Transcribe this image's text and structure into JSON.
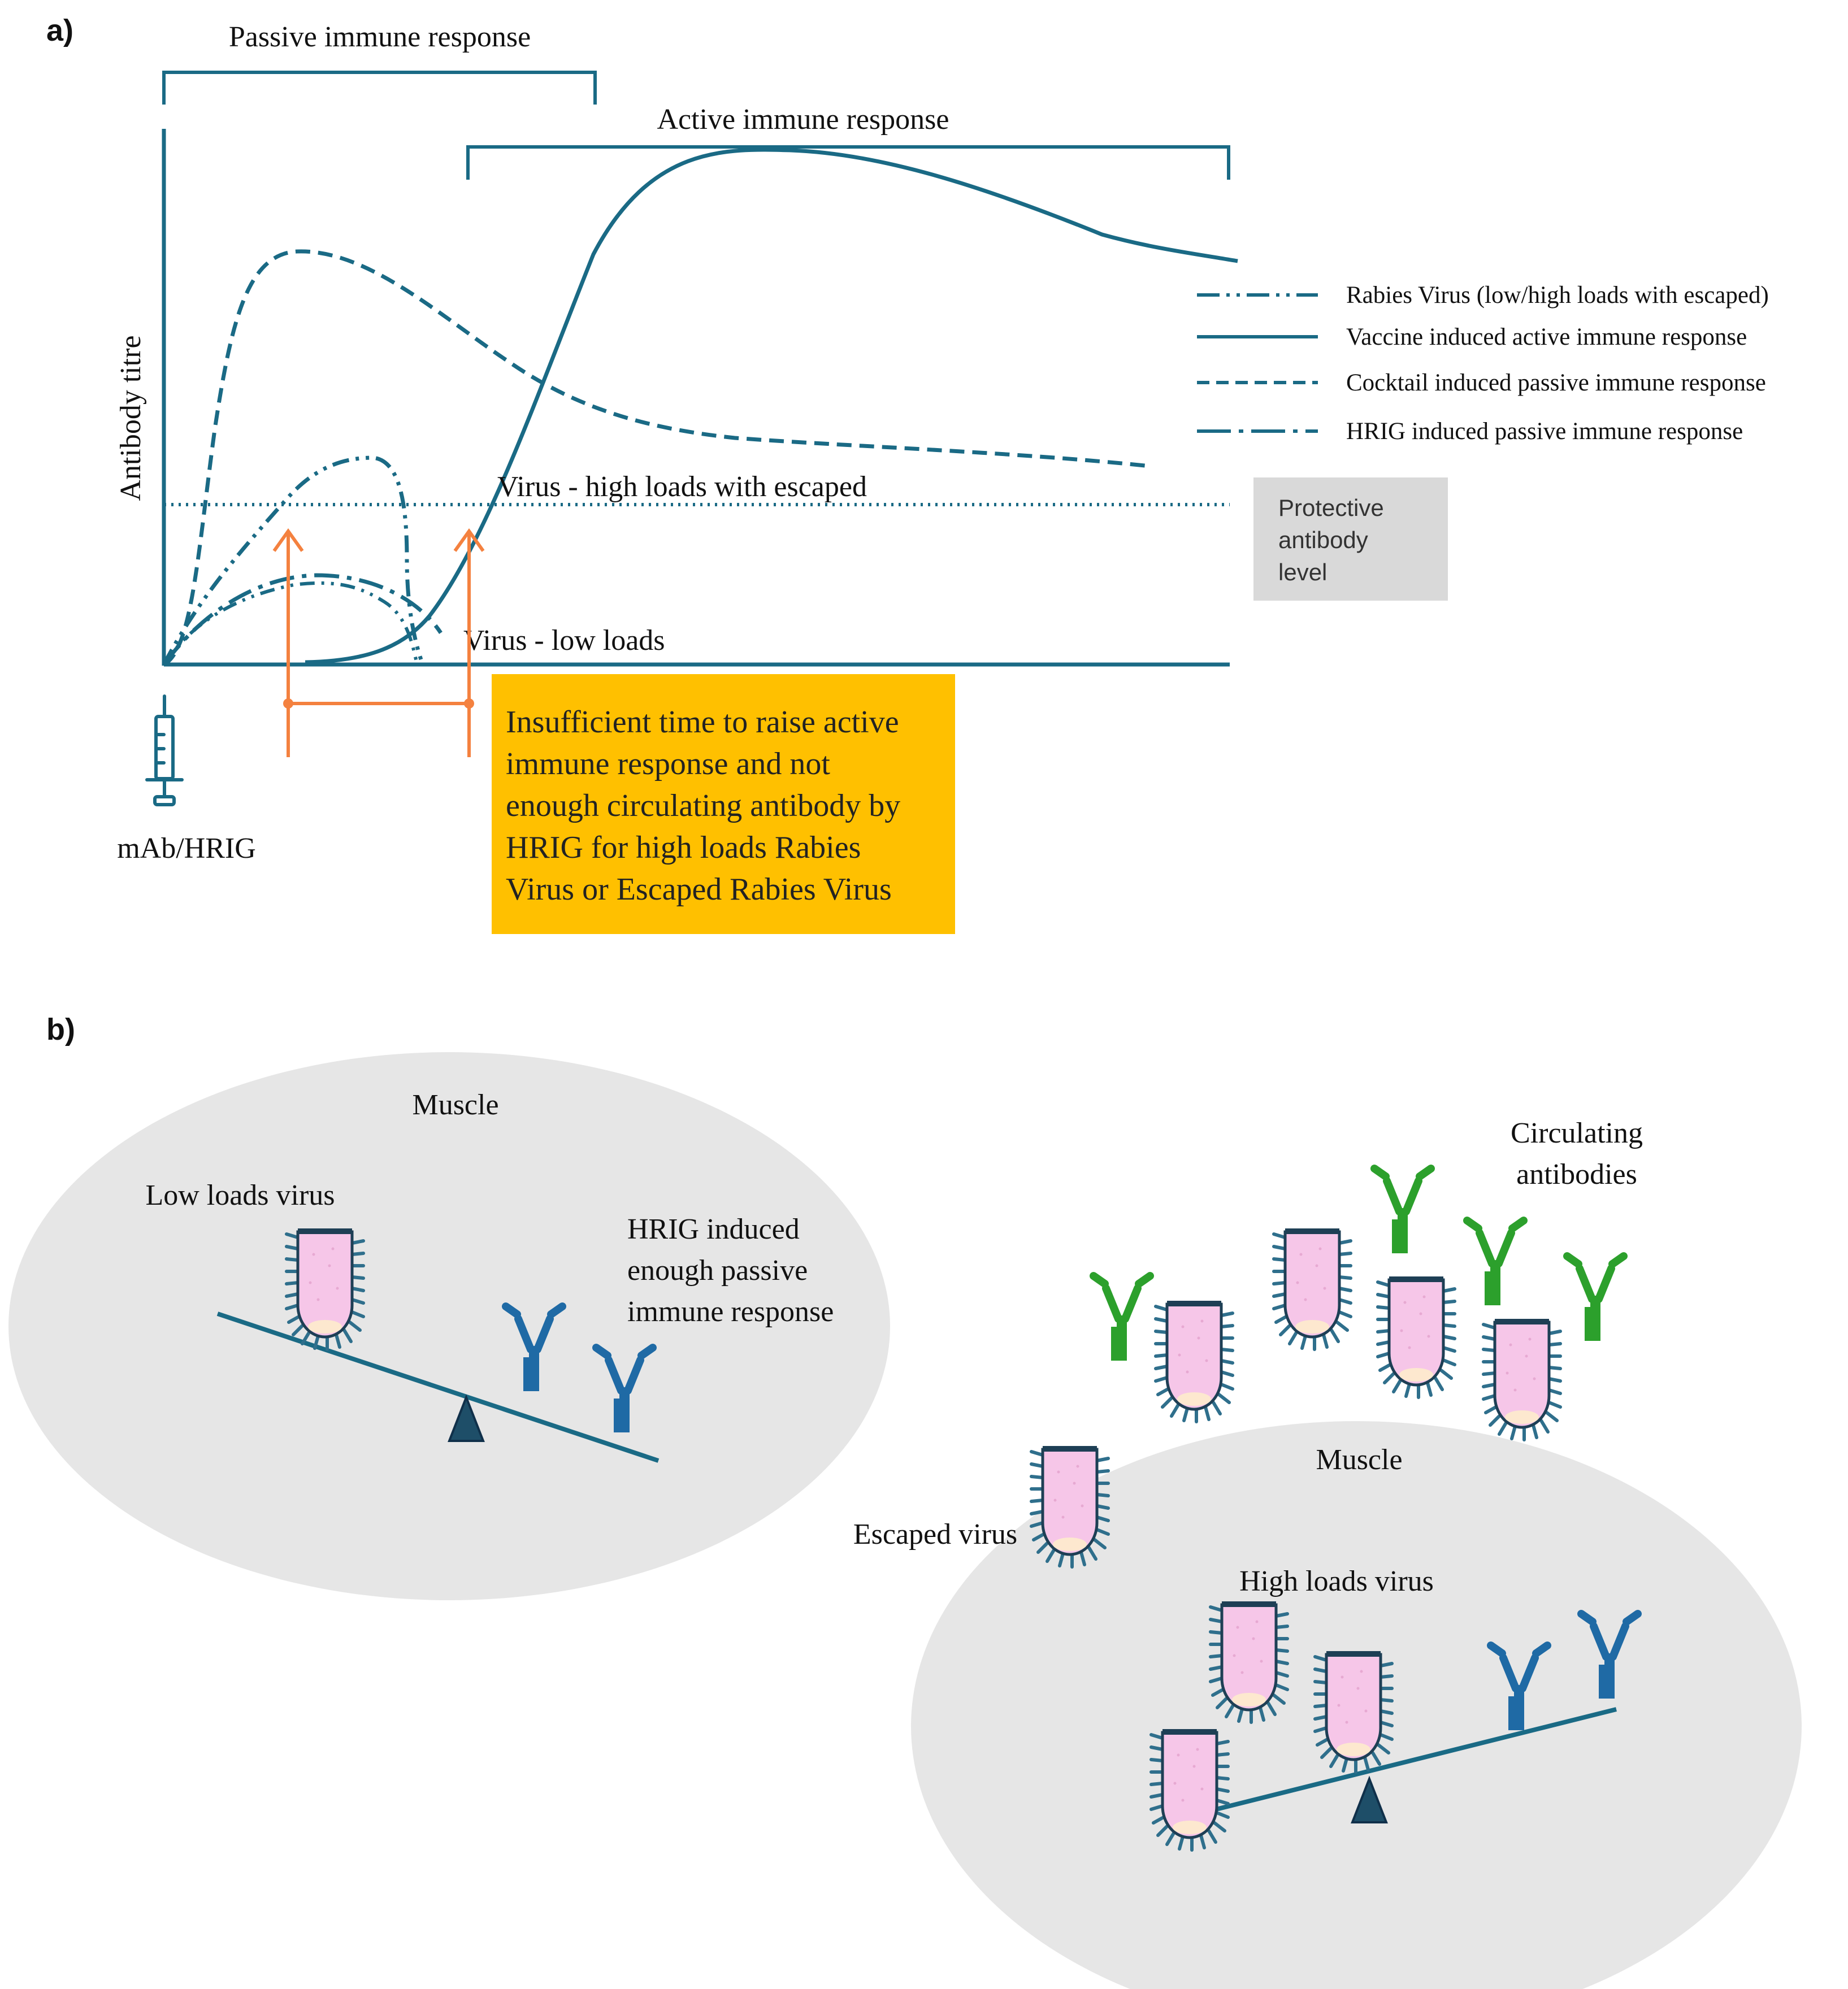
{
  "panel_a": {
    "label": "a)",
    "passive_bracket": "Passive immune response",
    "active_bracket": "Active immune response",
    "y_axis_label": "Antibody titre",
    "high_line_label": "Virus - high loads with escaped",
    "low_line_label": "Virus - low loads",
    "syringe_label": "mAb/HRIG",
    "protective_box": [
      "Protective",
      "antibody",
      "level"
    ],
    "insufficient_note": [
      "Insufficient time to raise active",
      "immune response and not",
      "enough circulating antibody by",
      "HRIG for high loads Rabies",
      "Virus or Escaped Rabies Virus"
    ],
    "legend": [
      {
        "style": "dash-dot-dot",
        "label": "Rabies Virus (low/high loads with escaped)"
      },
      {
        "style": "solid",
        "label": "Vaccine induced active immune response"
      },
      {
        "style": "short-dash",
        "label": "Cocktail induced passive immune response"
      },
      {
        "style": "long-dash-dot",
        "label": "HRIG induced passive immune response"
      }
    ]
  },
  "panel_b": {
    "label": "b)",
    "muscle_left": "Muscle",
    "low_loads_virus": "Low loads virus",
    "hrig_text": [
      "HRIG induced",
      "enough passive",
      "immune response"
    ],
    "circulating": [
      "Circulating",
      "antibodies"
    ],
    "muscle_right": "Muscle",
    "escaped_virus": "Escaped virus",
    "high_loads_virus": "High loads virus"
  },
  "colors": {
    "teal": "#1a6a85",
    "orange": "#f4813f",
    "note_bg": "#ffc000",
    "muscle": "#e6e6e6",
    "protective_bg": "#d9d9d9",
    "antibody_blue": "#1f6aa5",
    "antibody_green": "#2ca02c",
    "virus_pink": "#f6c6e8",
    "spike": "#2f6f8c"
  }
}
